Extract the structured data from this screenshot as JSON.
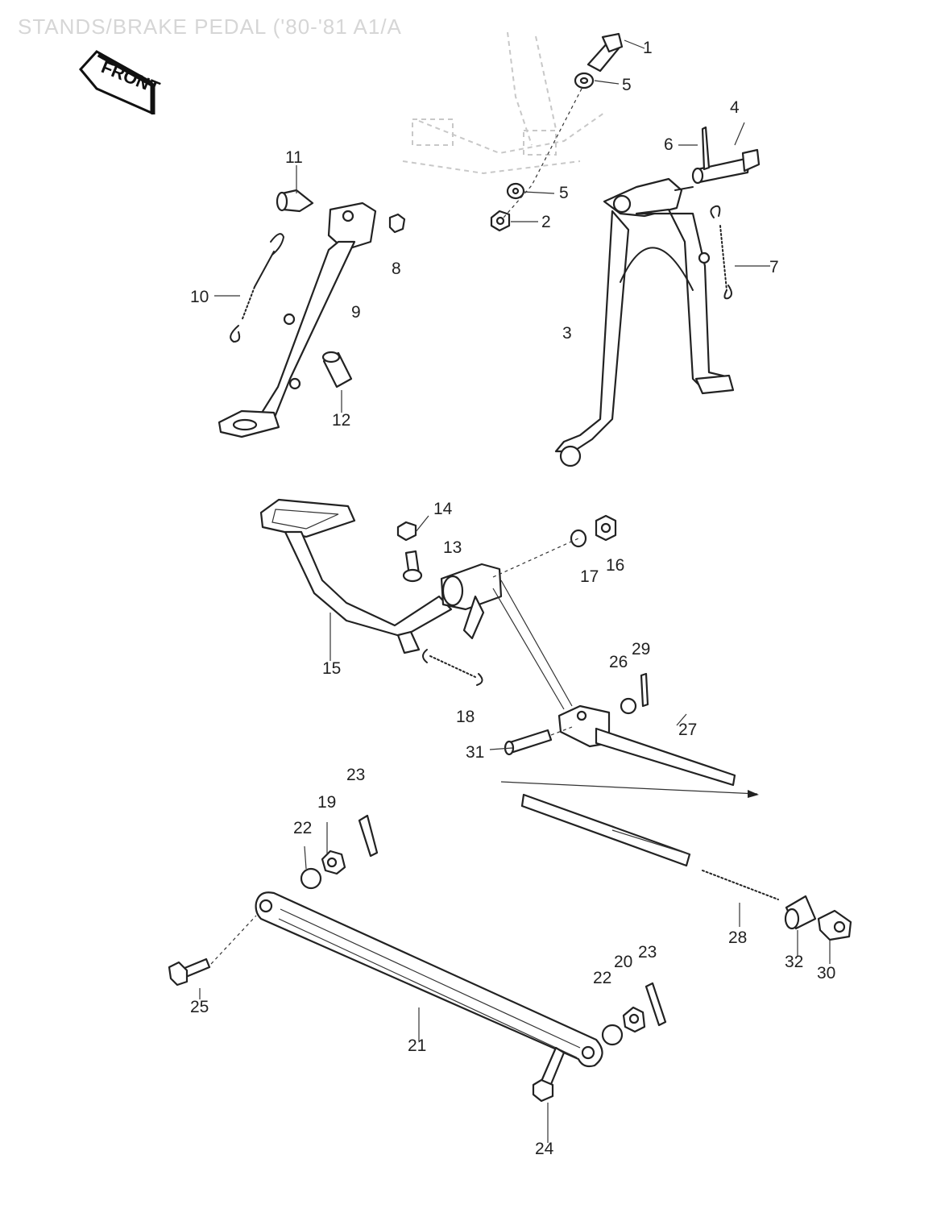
{
  "title": "STANDS/BRAKE PEDAL ('80-'81 A1/A",
  "front_label": "FRONT",
  "callouts": {
    "c1": "1",
    "c2": "2",
    "c3": "3",
    "c4": "4",
    "c5a": "5",
    "c5b": "5",
    "c6": "6",
    "c7": "7",
    "c8": "8",
    "c9": "9",
    "c10": "10",
    "c11": "11",
    "c12": "12",
    "c13": "13",
    "c14": "14",
    "c15": "15",
    "c16": "16",
    "c17": "17",
    "c18": "18",
    "c19": "19",
    "c20": "20",
    "c21": "21",
    "c22a": "22",
    "c22b": "22",
    "c23a": "23",
    "c23b": "23",
    "c24": "24",
    "c25": "25",
    "c26": "26",
    "c27": "27",
    "c28": "28",
    "c29": "29",
    "c30": "30",
    "c31": "31",
    "c32": "32"
  }
}
